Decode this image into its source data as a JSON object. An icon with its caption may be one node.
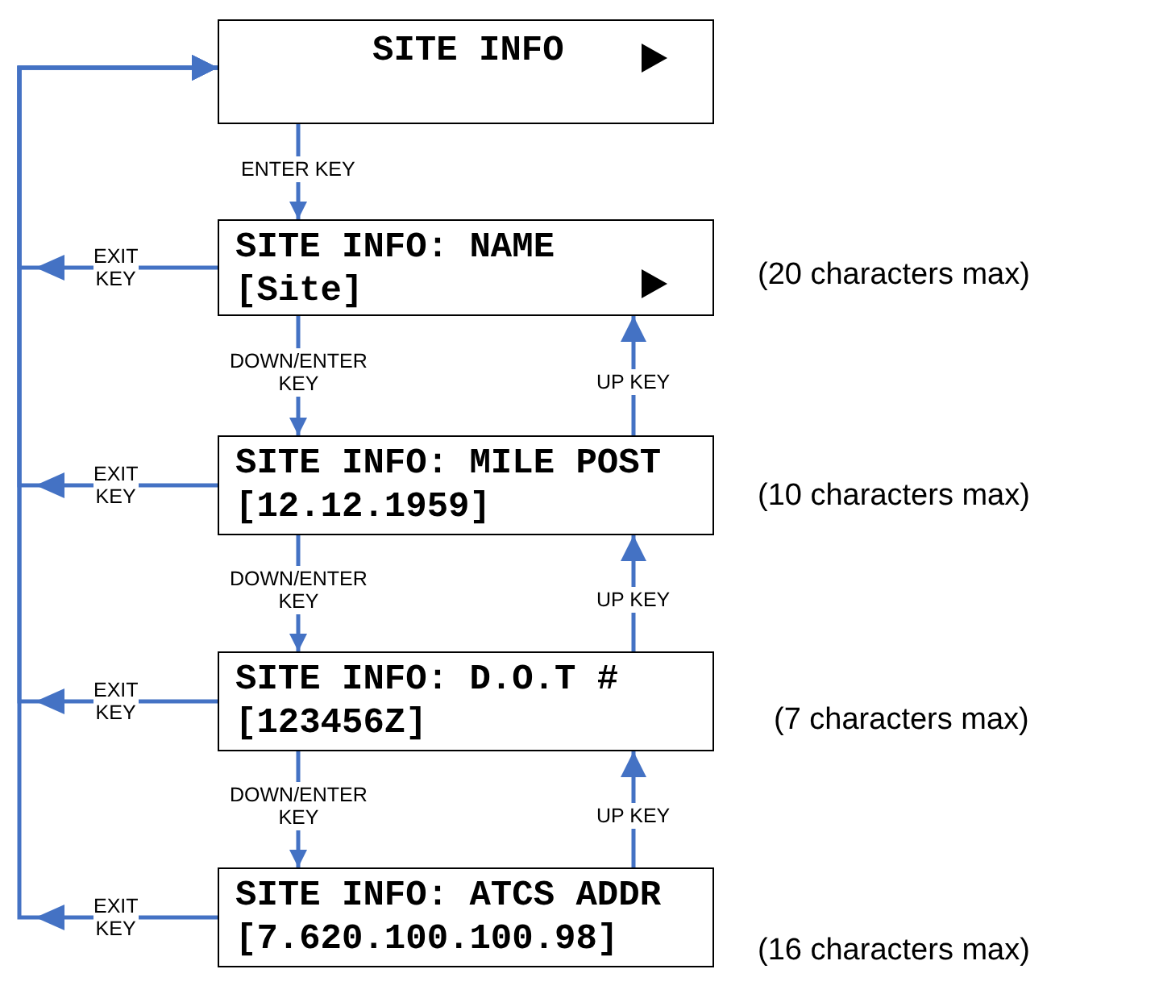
{
  "diagram": {
    "nodes": [
      {
        "text": [
          "SITE INFO"
        ]
      },
      {
        "text": [
          "SITE INFO: NAME",
          "[Site]"
        ],
        "beside": [
          "(20 characters max)"
        ]
      },
      {
        "text": [
          "SITE INFO: MILE POST",
          "[12.12.1959]"
        ],
        "beside": [
          "(10 characters max)"
        ]
      },
      {
        "text": [
          "SITE INFO: D.O.T #",
          "[123456Z]"
        ],
        "beside": [
          "(7 characters max)"
        ]
      },
      {
        "text": [
          "SITE INFO: ATCS ADDR",
          "[7.620.100.100.98]"
        ],
        "beside": [
          "(16 characters max)"
        ]
      }
    ],
    "edges": [
      {
        "from": 0,
        "to": 1,
        "arrow": "to",
        "label": "ENTER KEY"
      },
      {
        "from": 1,
        "to": 2,
        "arrow": "to",
        "label": "DOWN/ENTER KEY"
      },
      {
        "from": 2,
        "to": 1,
        "arrow": "to",
        "label": "UP KEY"
      },
      {
        "from": 2,
        "to": 3,
        "arrow": "to",
        "label": "DOWN/ENTER KEY"
      },
      {
        "from": 3,
        "to": 2,
        "arrow": "to",
        "label": "UP KEY"
      },
      {
        "from": 3,
        "to": 4,
        "arrow": "to",
        "label": "DOWN/ENTER KEY"
      },
      {
        "from": 4,
        "to": 3,
        "arrow": "to",
        "label": "UP KEY"
      },
      {
        "from": 1,
        "to": 0,
        "arrow": "to",
        "label": "EXIT KEY"
      },
      {
        "from": 2,
        "to": 0,
        "arrow": "to",
        "label": "EXIT KEY"
      },
      {
        "from": 3,
        "to": 0,
        "arrow": "to",
        "label": "EXIT KEY"
      },
      {
        "from": 4,
        "to": 0,
        "arrow": "to",
        "label": "EXIT KEY"
      }
    ]
  }
}
